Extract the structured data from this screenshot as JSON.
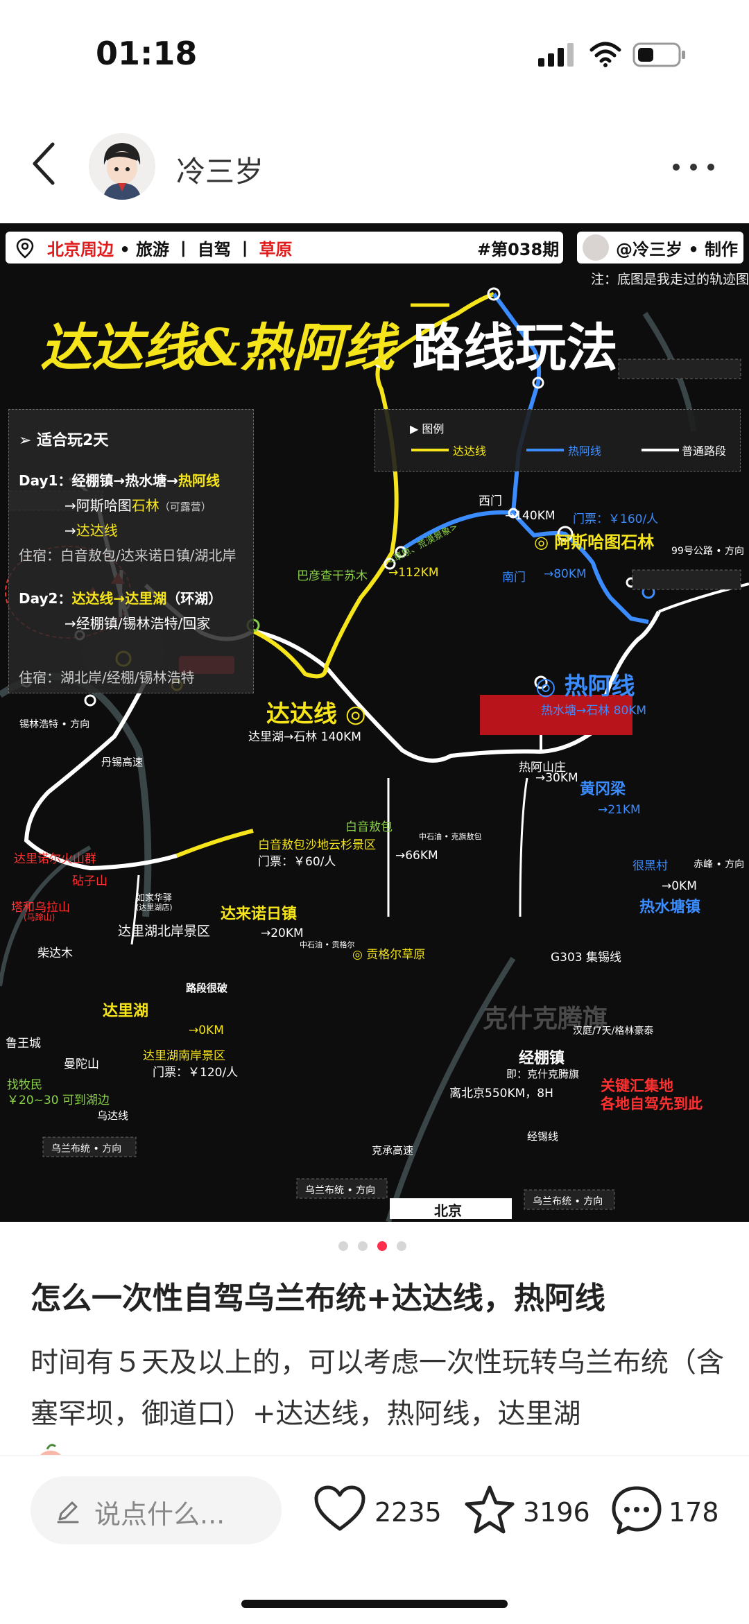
{
  "status": {
    "time": "01:18"
  },
  "header": {
    "author": "冷三岁"
  },
  "image": {
    "location": "北京周边",
    "tags_bar": "• 旅游 丨 自驾 丨",
    "grassland": "草原",
    "issue": "#第038期",
    "maker": "@冷三岁 • 制作",
    "note": "注：底图是我走过的轨迹图",
    "title_yellow": "达达线&热阿线",
    "title_white": "路线玩法",
    "suitable": "适合玩2天",
    "day1_label": "Day1：",
    "day1_a": "经棚镇→热水塘→",
    "day1_a_hl": "热阿线",
    "day1_b": "→阿斯哈图",
    "day1_b_hl": "石林",
    "day1_b_note": "（可露营）",
    "day1_c": "→",
    "day1_c_hl": "达达线",
    "stay1": "住宿：白音敖包/达来诺日镇/湖北岸",
    "day2_label": "Day2：",
    "day2_a_hl": "达达线→达里湖",
    "day2_a_note": "（环湖）",
    "day2_b": "→经棚镇/锡林浩特/回家",
    "stay2": "住宿：湖北岸/经棚/锡林浩特",
    "legend_title": "图例",
    "legend_yellow": "达达线",
    "legend_blue": "热阿线",
    "legend_white": "普通路段",
    "labels": {
      "ximen": "西门",
      "km140": "→140KM",
      "ticket160": "门票：￥160/人",
      "ashatu": "阿斯哈图石林",
      "road99": "99号公路 • 方向",
      "nanmen": "南门",
      "km80": "→80KM",
      "bayan": "巴彦查干苏木",
      "km112": "→112KM",
      "scenery": "<草原、荒漠景象>",
      "rea_line": "热阿线",
      "rea_sub": "热水塘→石林 80KM",
      "dada_line": "达达线",
      "dada_sub": "达里湖→石林 140KM",
      "xilin": "锡林浩特 • 方向",
      "danxi": "丹锡高速",
      "reashan": "热阿山庄",
      "km30": "→30KM",
      "huanggang": "黄冈梁",
      "km21": "→21KM",
      "baiyin": "白音敖包",
      "sinopec1": "中石油 • 克旗敖包",
      "baiyin_scenic": "白音敖包沙地云杉景区",
      "ticket60": "门票：￥60/人",
      "km66": "→66KM",
      "henhei": "很黑村",
      "chifeng": "赤峰 • 方向",
      "km0a": "→0KM",
      "reshuitang": "热水塘镇",
      "volcano": "达里诺尔火山群",
      "zuanzi": "砧子山",
      "tahe": "塔和乌拉山",
      "mahan": "(马蹄山)",
      "rujia": "如家华驿",
      "rujia2": "(达里湖店)",
      "dalibeian": "达里湖北岸景区",
      "dalainuori": "达来诺日镇",
      "km20": "→20KM",
      "sinopec2": "中石油 • 贡格尔",
      "gonggeer": "贡格尔草原",
      "chaidamu": "柴达木",
      "dalihu": "达里湖",
      "bad_road": "路段很破",
      "g303": "G303 集锡线",
      "keshi": "克什克腾旗",
      "luwangcheng": "鲁王城",
      "mantuoshan": "曼陀山",
      "km0b": "→0KM",
      "dalinanan": "达里湖南岸景区",
      "ticket120": "门票：￥120/人",
      "hotels": "汉庭/7天/格林豪泰",
      "jingpeng": "经棚镇",
      "jingpeng_sub": "即：克什克腾旗",
      "distance": "离北京550KM，8H",
      "hub1": "关键汇集地",
      "hub2": "各地自驾先到此",
      "herder": "找牧民",
      "herder_price": "￥20~30 可到湖边",
      "wulan_line": "乌达线",
      "wulan1": "乌兰布统 • 方向",
      "kecheng": "克承高速",
      "wulan2": "乌兰布统 • 方向",
      "jingjing": "经锡线",
      "wulan3": "乌兰布统 • 方向",
      "beijing": "北京"
    }
  },
  "post": {
    "title": "怎么一次性自驾乌兰布统+达达线，热阿线",
    "desc": "时间有５天及以上的，可以考虑一次性玩转乌兰布统（含塞罕坝，御道口）+达达线，热阿线，达里湖"
  },
  "bottom": {
    "comment_placeholder": "说点什么...",
    "likes": "2235",
    "stars": "3196",
    "comments": "178"
  }
}
